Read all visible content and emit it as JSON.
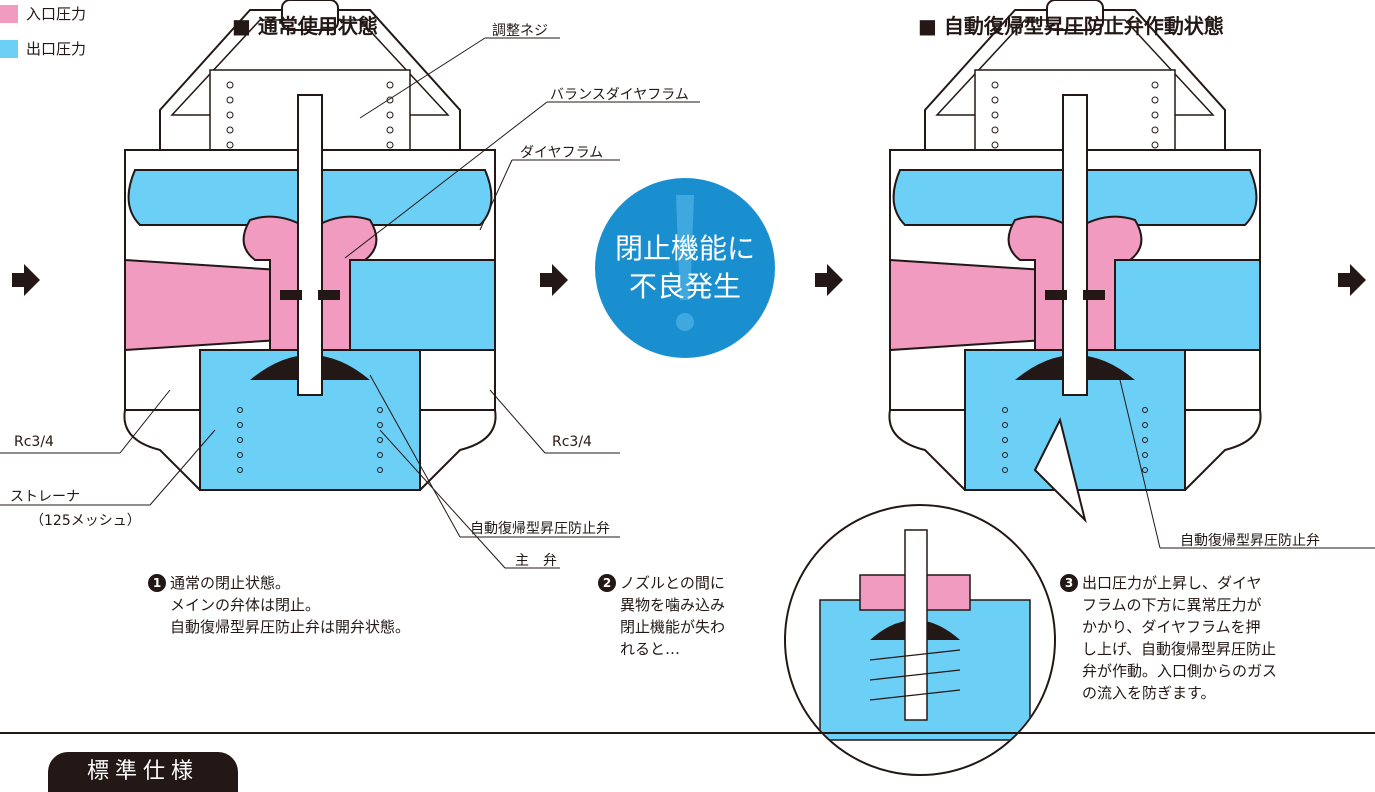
{
  "legend": [
    {
      "label": "入口圧力",
      "color": "#f29bc1"
    },
    {
      "label": "出口圧力",
      "color": "#6ccff6"
    }
  ],
  "left_panel": {
    "heading": "■ 通常使用状態",
    "labels": {
      "adjust_screw": "調整ネジ",
      "balance_diaphragm": "バランスダイヤフラム",
      "diaphragm": "ダイヤフラム",
      "rc_left": "Rc3/4",
      "rc_right": "Rc3/4",
      "strainer": "ストレーナ",
      "strainer_mesh": "（125メッシュ）",
      "relief_valve": "自動復帰型昇圧防止弁",
      "main_valve": "主　弁"
    },
    "note_number": "1",
    "note_lines": [
      "通常の閉止状態。",
      "メインの弁体は閉止。",
      "自動復帰型昇圧防止弁は開弁状態。"
    ]
  },
  "middle": {
    "alert_lines": [
      "閉止機能に",
      "不良発生"
    ],
    "note_number": "2",
    "note_lines": [
      "ノズルとの間に",
      "異物を噛み込み",
      "閉止機能が失わ",
      "れると…"
    ]
  },
  "right_panel": {
    "heading": "■ 自動復帰型昇圧防止弁作動状態",
    "labels": {
      "relief_valve": "自動復帰型昇圧防止弁"
    },
    "note_number": "3",
    "note_lines": [
      "出口圧力が上昇し、ダイヤ",
      "フラムの下方に異常圧力が",
      "かかり、ダイヤフラムを押",
      "し上げ、自動復帰型昇圧防止",
      "弁が作動。入口側からのガス",
      "の流入を防ぎます。"
    ]
  },
  "spec_tab": "標準仕様",
  "colors": {
    "inlet": "#f29bc1",
    "outlet": "#6ccff6",
    "alert": "#1a8fd0",
    "ink": "#231815"
  }
}
